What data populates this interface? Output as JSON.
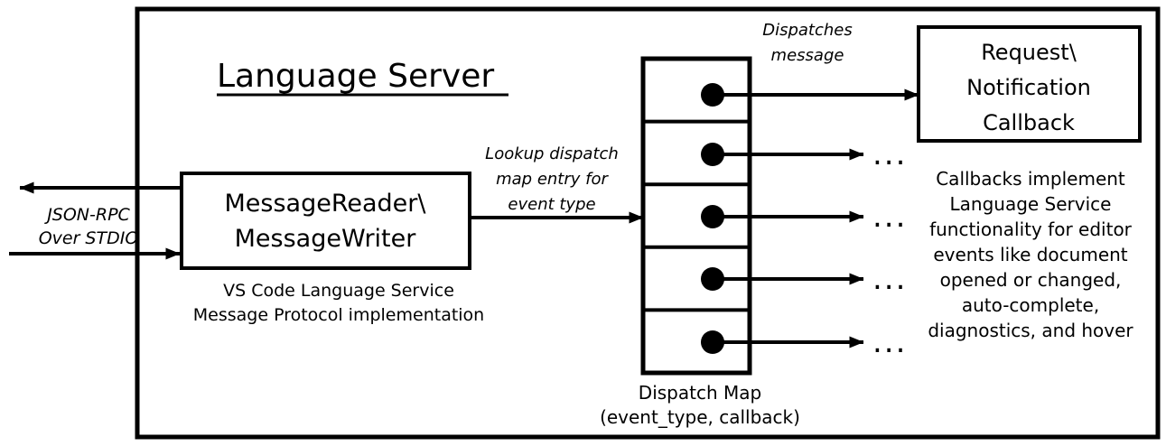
{
  "diagram": {
    "title": "Language Server",
    "outer_frame": {
      "name": "language-server-boundary"
    },
    "external_channel": {
      "label_line1": "JSON-RPC",
      "label_line2": "Over STDIO",
      "outbound_arrow": "arrow-out-to-client",
      "inbound_arrow": "arrow-in-from-client"
    },
    "message_io_box": {
      "line1": "MessageReader\\",
      "line2": "MessageWriter",
      "fill": "#eae9f2",
      "caption_line1": "VS Code Language Service",
      "caption_line2": "Message Protocol implementation"
    },
    "lookup_label": {
      "line1": "Lookup dispatch",
      "line2": "map entry for",
      "line3": "event type"
    },
    "dispatch_map": {
      "fill": "#fbe5d6",
      "caption_line1": "Dispatch Map",
      "caption_line2": "(event_type, callback)",
      "row_count": 5,
      "rows": [
        {
          "index": 1,
          "target": "callback-box",
          "ellipsis": ""
        },
        {
          "index": 2,
          "target": "ellipsis",
          "ellipsis": "..."
        },
        {
          "index": 3,
          "target": "ellipsis",
          "ellipsis": "..."
        },
        {
          "index": 4,
          "target": "ellipsis",
          "ellipsis": "..."
        },
        {
          "index": 5,
          "target": "ellipsis",
          "ellipsis": "..."
        }
      ]
    },
    "dispatch_label": {
      "line1": "Dispatches",
      "line2": "message"
    },
    "callback_box": {
      "line1": "Request\\",
      "line2": "Notification",
      "line3": "Callback",
      "fill": "#e8efdd"
    },
    "callback_caption": {
      "line1": "Callbacks implement",
      "line2": "Language Service",
      "line3": "functionality for editor",
      "line4": "events like document",
      "line5": "opened or changed,",
      "line6": "auto-complete,",
      "line7": "diagnostics, and hover"
    },
    "colors": {
      "stroke": "#000000",
      "background": "#ffffff",
      "box_message_io": "#eae9f2",
      "box_dispatch_map": "#fbe5d6",
      "box_callback": "#e8efdd"
    }
  }
}
